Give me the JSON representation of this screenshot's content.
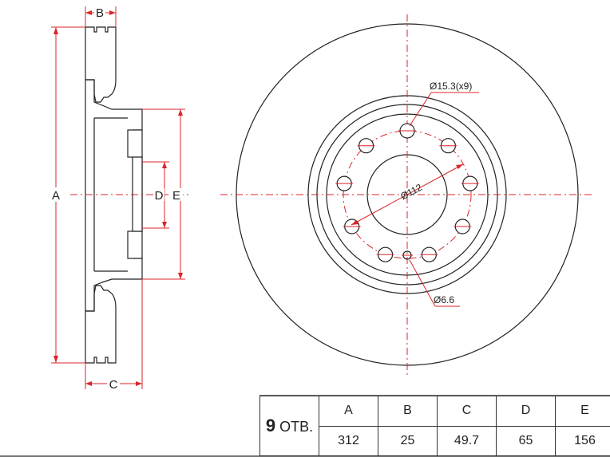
{
  "labels": {
    "A": "A",
    "B": "B",
    "C": "C",
    "D": "D",
    "E": "E",
    "bolt_hole": "Ø15.3(x9)",
    "pcd": "Ø112",
    "small_hole": "Ø6.6"
  },
  "table": {
    "holes_count": "9",
    "holes_unit": "ОТВ.",
    "headers": [
      "A",
      "B",
      "C",
      "D",
      "E"
    ],
    "values": [
      "312",
      "25",
      "49.7",
      "65",
      "156"
    ]
  },
  "colors": {
    "dimension": "#d9252b",
    "outline": "#222222"
  }
}
